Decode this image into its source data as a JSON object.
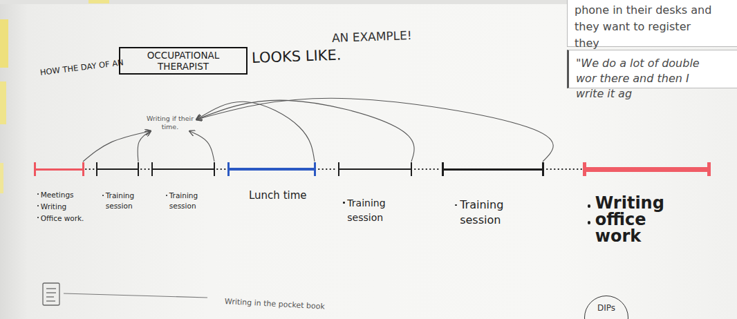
{
  "diagram": {
    "title": "HOW THE DAY OF AN",
    "nodes": [
      {
        "text": [
          "OCCUPATIONAL THERAPIST"
        ]
      },
      {
        "text": [
          "Meetings",
          "Writing",
          "Office work."
        ]
      },
      {
        "text": [
          "Training session"
        ]
      },
      {
        "text": [
          "Training session"
        ]
      },
      {
        "text": [
          "Lunch time"
        ]
      },
      {
        "text": [
          "Training session"
        ]
      },
      {
        "text": [
          "Training session"
        ]
      },
      {
        "text": [
          "Writing",
          "office work"
        ]
      },
      {
        "text": [
          "Writing if their time."
        ]
      },
      {
        "text": [
          "phone in their desks and they want to register they"
        ]
      },
      {
        "text": [
          "\"We do a lot of double wor there and then I write it ag"
        ]
      },
      {
        "text": [
          "DIPs"
        ]
      }
    ],
    "edges": [
      {
        "from": 1,
        "to": 8,
        "arrow": "to"
      },
      {
        "from": 2,
        "to": 8,
        "arrow": "to"
      },
      {
        "from": 3,
        "to": 8,
        "arrow": "to"
      },
      {
        "from": 4,
        "to": 8,
        "arrow": "to"
      },
      {
        "from": 5,
        "to": 8,
        "arrow": "to"
      },
      {
        "from": 6,
        "to": 8,
        "arrow": "to"
      }
    ],
    "labels": [
      "LOOKS LIKE.",
      "AN EXAMPLE!",
      "Writing in the pocket book"
    ]
  }
}
